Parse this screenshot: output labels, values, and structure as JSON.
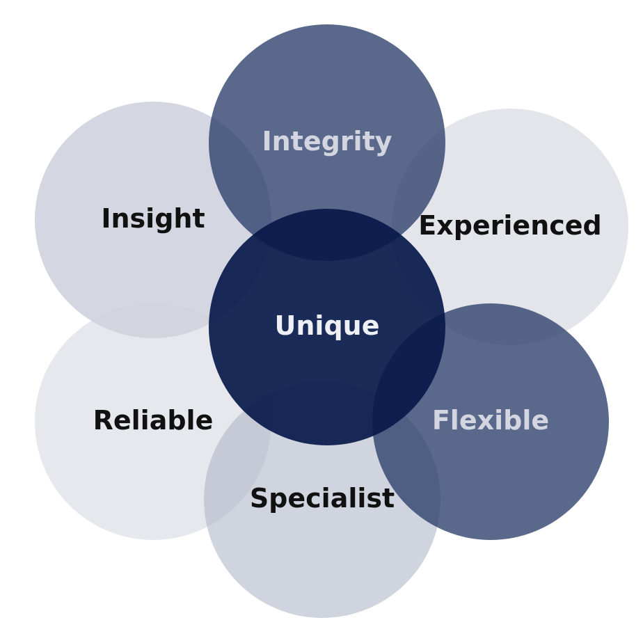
{
  "diagram": {
    "circles": [
      {
        "id": "insight",
        "label": "Insight",
        "fill": "#aab0c3",
        "opacity": 0.5,
        "label_color": "#111111"
      },
      {
        "id": "experienced",
        "label": "Experienced",
        "fill": "#c9ccd7",
        "opacity": 0.5,
        "label_color": "#111111"
      },
      {
        "id": "reliable",
        "label": "Reliable",
        "fill": "#cfd2dc",
        "opacity": 0.5,
        "label_color": "#111111"
      },
      {
        "id": "specialist",
        "label": "Specialist",
        "fill": "#aab0c3",
        "opacity": 0.55,
        "label_color": "#111111"
      },
      {
        "id": "integrity",
        "label": "Integrity",
        "fill": "#263a66",
        "opacity": 0.76,
        "label_color": "#d3d6e0"
      },
      {
        "id": "flexible",
        "label": "Flexible",
        "fill": "#263a66",
        "opacity": 0.76,
        "label_color": "#d3d6e0"
      },
      {
        "id": "unique",
        "label": "Unique",
        "fill": "#08194a",
        "opacity": 0.92,
        "label_color": "#eef0f5"
      }
    ]
  }
}
